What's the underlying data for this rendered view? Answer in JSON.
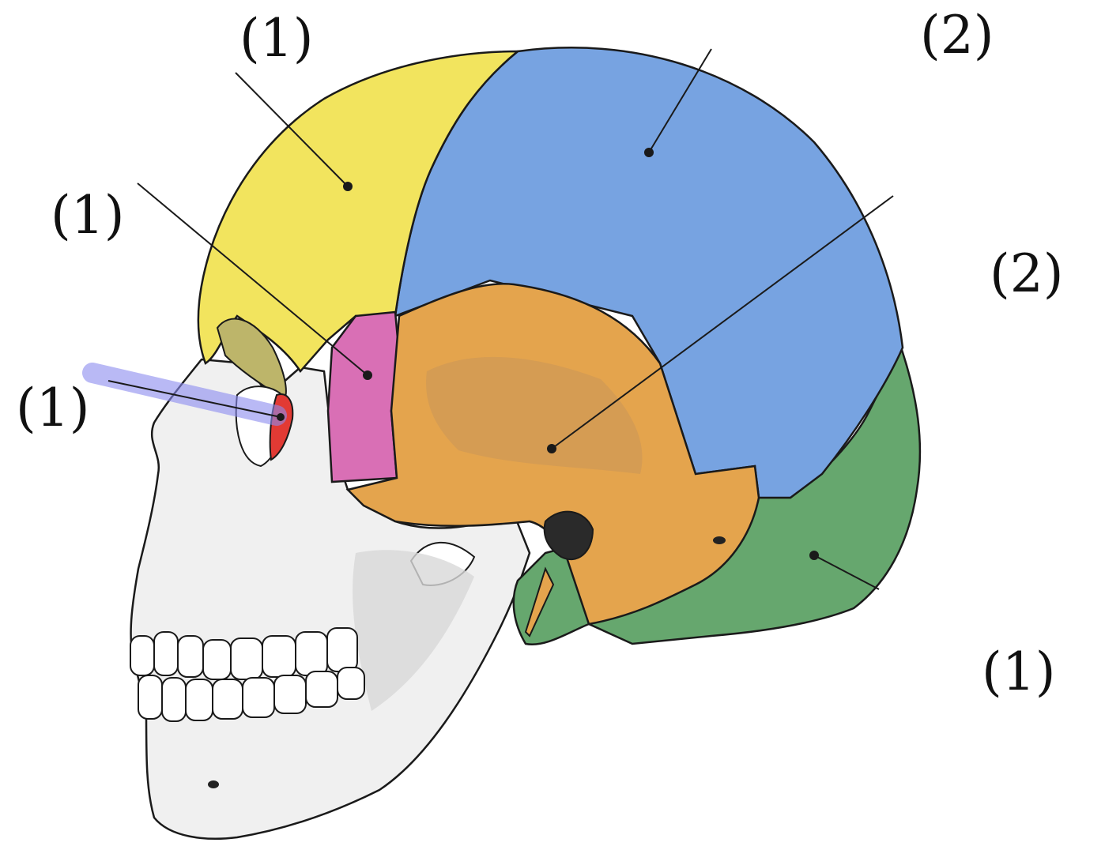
{
  "colors": {
    "frontal": "#f2e45e",
    "parietal": "#77a3e1",
    "temporal": "#e4a44d",
    "occipital": "#66a76e",
    "sphenoid": "#d96fb5",
    "lacrimal": "#e23a34",
    "face": "#f0f0f0",
    "outline": "#1a1a1a",
    "highlight": "#8c8cf0"
  },
  "labels": [
    {
      "text": "(1)"
    },
    {
      "text": "(2)"
    },
    {
      "text": "(1)"
    },
    {
      "text": "(2)"
    },
    {
      "text": "(1)"
    },
    {
      "text": "(1)"
    }
  ]
}
